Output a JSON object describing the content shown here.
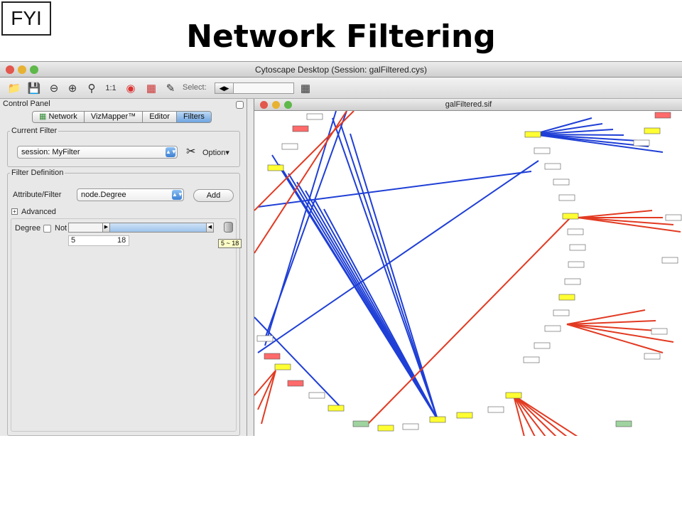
{
  "slide": {
    "fyi_label": "FYI",
    "title": "Network Filtering"
  },
  "window": {
    "title": "Cytoscape Desktop (Session: galFiltered.cys)"
  },
  "toolbar": {
    "icons": [
      "open-folder-icon",
      "save-icon",
      "zoom-out-icon",
      "zoom-in-icon",
      "zoom-selected-icon",
      "zoom-1to1-icon",
      "lifesaver-icon",
      "vizmapper-icon",
      "edit-icon"
    ],
    "select_label": "Select:"
  },
  "control_panel": {
    "label": "Control Panel",
    "tabs": [
      {
        "label": "Network",
        "active": false
      },
      {
        "label": "VizMapper™",
        "active": false
      },
      {
        "label": "Editor",
        "active": false
      },
      {
        "label": "Filters",
        "active": true
      }
    ],
    "current_filter": {
      "title": "Current Filter",
      "selected": "session: MyFilter",
      "option_label": "Option"
    },
    "filter_definition": {
      "title": "Filter Definition",
      "attribute_label": "Attribute/Filter",
      "attribute_selected": "node.Degree",
      "add_label": "Add",
      "advanced_label": "Advanced",
      "degree_label": "Degree",
      "not_label": "Not",
      "range_low": "5",
      "range_high": "18",
      "tooltip": "5 ~ 18"
    }
  },
  "network_window": {
    "title": "galFiltered.sif",
    "colors": {
      "blue_edge": "#1f3fd6",
      "red_edge": "#e23a22",
      "yellow_node": "#ffff33",
      "red_node": "#ff6a6a",
      "green_node": "#9fd39f"
    }
  }
}
